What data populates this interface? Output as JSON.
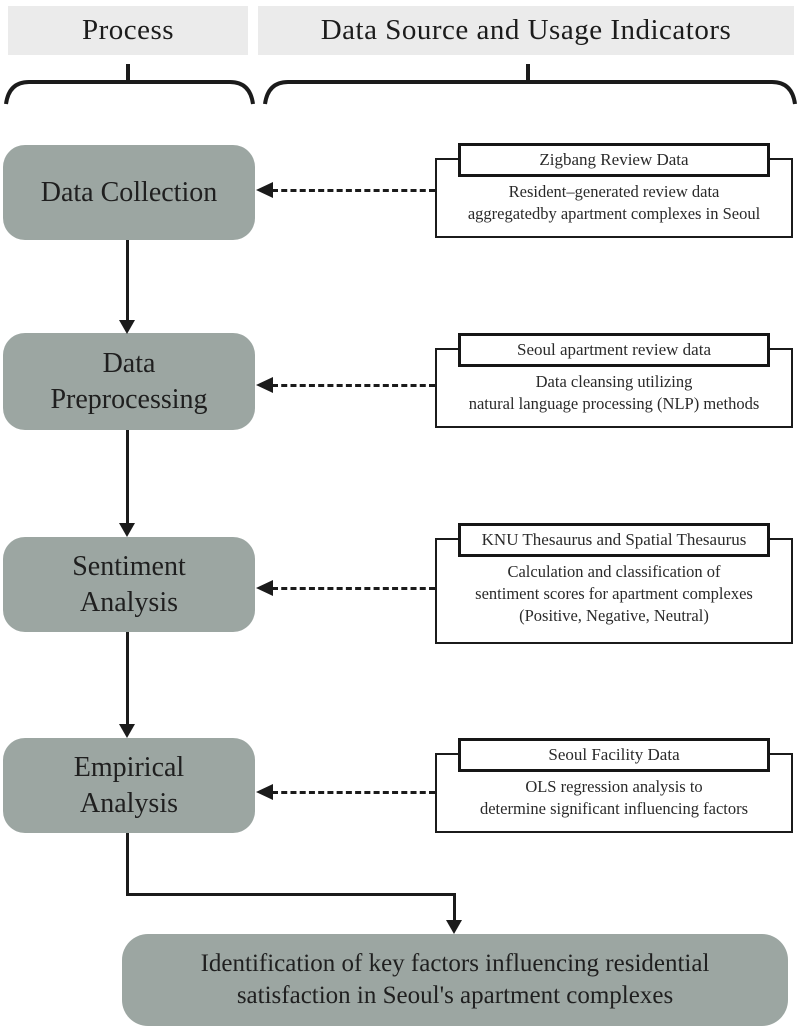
{
  "header": {
    "process_label": "Process",
    "source_label": "Data Source and Usage Indicators"
  },
  "process_steps": [
    {
      "lines": [
        "Data Collection"
      ]
    },
    {
      "lines": [
        "Data",
        "Preprocessing"
      ]
    },
    {
      "lines": [
        "Sentiment",
        "Analysis"
      ]
    },
    {
      "lines": [
        "Empirical",
        "Analysis"
      ]
    }
  ],
  "data_sources": [
    {
      "title": "Zigbang Review Data",
      "body_lines": [
        "Resident–generated review data",
        "aggregatedby apartment complexes in Seoul"
      ]
    },
    {
      "title": "Seoul apartment review data",
      "body_lines": [
        "Data cleansing utilizing",
        "natural language processing (NLP) methods"
      ]
    },
    {
      "title": "KNU Thesaurus and Spatial Thesaurus",
      "body_lines": [
        "Calculation and classification of",
        "sentiment scores for apartment complexes",
        "(Positive, Negative, Neutral)"
      ]
    },
    {
      "title": "Seoul Facility Data",
      "body_lines": [
        "OLS regression analysis to",
        "determine significant influencing factors"
      ]
    }
  ],
  "outcome": {
    "lines": [
      "Identification of key factors influencing residential",
      "satisfaction in Seoul's apartment complexes"
    ]
  },
  "colors": {
    "process_box_fill": "#9ca6a2",
    "header_bg": "#ebebeb",
    "line": "#1b1b1b",
    "source_box_bg": "#ffffff"
  }
}
